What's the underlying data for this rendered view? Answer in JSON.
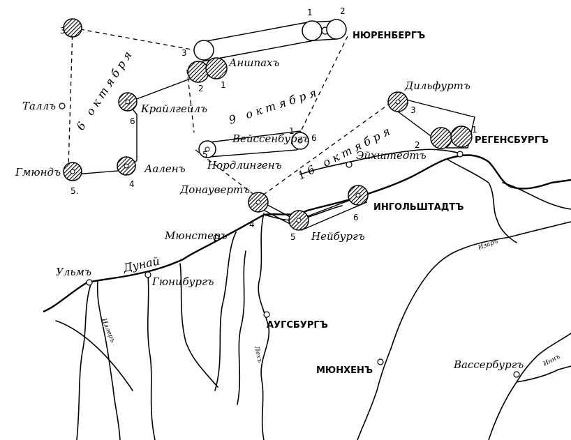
{
  "towns": {
    "nuremberg": "НЮРЕНБЕРГЪ",
    "ansbach": "Аншпахъ",
    "tall": "Таллъ",
    "krailsheim": "Крайлгейлъ",
    "dilfurt": "Дильфуртъ",
    "regensburg": "РЕГЕНСБУРГЪ",
    "weissenburg": "Вейссенбургъ",
    "nordlingen": "Нордлингенъ",
    "eichstedt": "Эйхштедтъ",
    "giond": "Гмюндъ",
    "aalen": "Ааленъ",
    "donauwerth": "Донаувертъ",
    "ingolstadt": "ИНГОЛЬШТАДТЪ",
    "neuburg": "Нейбургъ",
    "munster": "Мюнстеръ",
    "ulm": "Ульмъ",
    "gunzburg": "Гюнцбургъ",
    "augsburg": "АУГСБУРГЪ",
    "munich": "МЮНХЕНЪ",
    "wasserburg": "Вассербургъ"
  },
  "rivers": {
    "danube": "Дунай",
    "iller": "Иллеръ",
    "lech": "Лехъ",
    "isar": "Изаръ",
    "inn": "Иннъ"
  },
  "dates": {
    "oct6": "6 октября",
    "oct9": "9 октября",
    "oct16": "16 октября"
  },
  "numbers": {
    "nur1": "1",
    "nur2": "2",
    "ans3": "3",
    "ans2": "2",
    "ans1": "1",
    "tall3": "3",
    "krail6": "6",
    "giond5": "5.",
    "aalen4": "4",
    "weiss5": "5",
    "weiss1": "1",
    "weiss6": "6",
    "don4": "4",
    "neu5": "5",
    "ing6": "6",
    "dil3": "3",
    "reg2": "2",
    "reg1": "1"
  }
}
